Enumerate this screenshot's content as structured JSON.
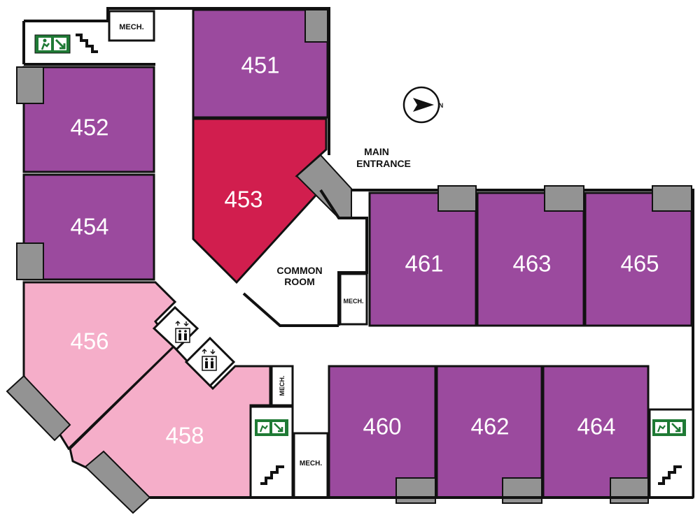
{
  "colors": {
    "office": "#9b4a9e",
    "highlight": "#d11e4e",
    "shared": "#f5aec9",
    "pillar": "#939393",
    "exit_sign": "#1f7a35",
    "wall": "#111111",
    "label_light": "#ffffff"
  },
  "rooms": {
    "r451": "451",
    "r452": "452",
    "r453": "453",
    "r454": "454",
    "r456": "456",
    "r458": "458",
    "r460": "460",
    "r461": "461",
    "r462": "462",
    "r463": "463",
    "r464": "464",
    "r465": "465"
  },
  "labels": {
    "mech": "MECH.",
    "common_room_line1": "COMMON",
    "common_room_line2": "ROOM",
    "main_entrance_line1": "MAIN",
    "main_entrance_line2": "ENTRANCE",
    "north": "N"
  },
  "icons": {
    "exit": "emergency-exit-icon",
    "stairs": "stairs-icon",
    "elevator": "elevator-icon",
    "compass": "north-compass-icon"
  }
}
